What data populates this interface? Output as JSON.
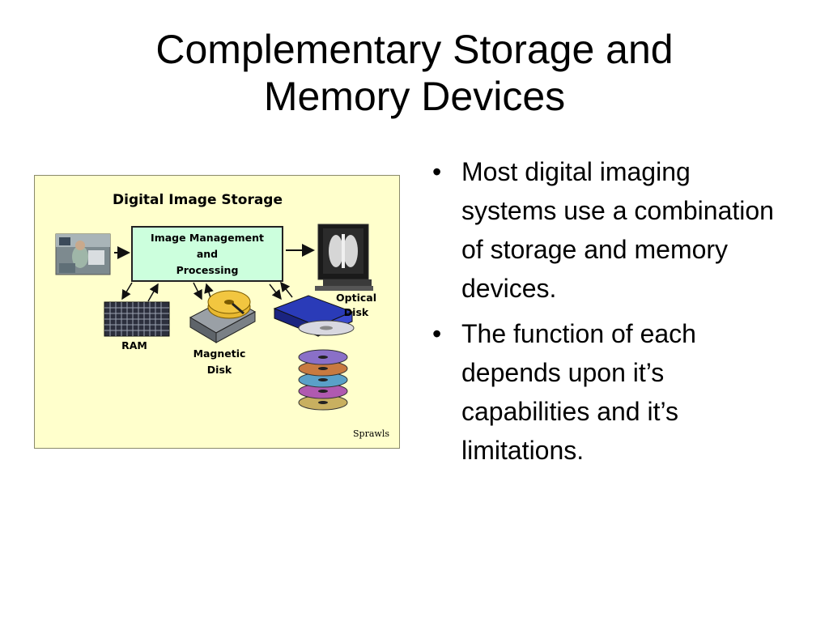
{
  "slide": {
    "title_line1": "Complementary Storage and",
    "title_line2": "Memory Devices"
  },
  "figure": {
    "title": "Digital Image Storage",
    "box_line1": "Image Management",
    "box_line2": "and",
    "box_line3": "Processing",
    "ram_label": "RAM",
    "magnetic_line1": "Magnetic",
    "magnetic_line2": "Disk",
    "optical_line1": "Optical",
    "optical_line2": "Disk",
    "credit": "Sprawls",
    "colors": {
      "background": "#ffffcc",
      "process_box": "#ccffdd",
      "disk_gold": "#e8b830"
    }
  },
  "bullets": [
    {
      "text": "Most digital imaging systems use a combination of storage and memory devices."
    },
    {
      "text": "The function of each depends upon it’s capabilities and it’s limitations."
    }
  ]
}
